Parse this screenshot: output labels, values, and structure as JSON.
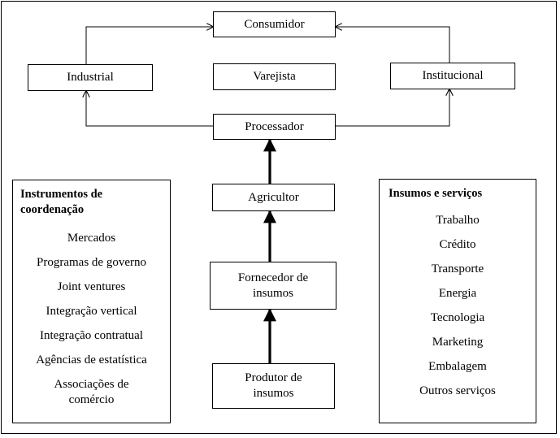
{
  "nodes": {
    "consumidor": "Consumidor",
    "industrial": "Industrial",
    "varejista": "Varejista",
    "institucional": "Institucional",
    "processador": "Processador",
    "agricultor": "Agricultor",
    "fornecedor_line1": "Fornecedor de",
    "fornecedor_line2": "insumos",
    "produtor_line1": "Produtor de",
    "produtor_line2": "insumos"
  },
  "instrumentos": {
    "title_line1": "Instrumentos de",
    "title_line2": "coordenação",
    "items": [
      "Mercados",
      "Programas de governo",
      "Joint ventures",
      "Integração vertical",
      "Integração contratual",
      "Agências de estatística",
      "Associações de",
      "comércio"
    ]
  },
  "insumos_servicos": {
    "title": "Insumos e serviços",
    "items": [
      "Trabalho",
      "Crédito",
      "Transporte",
      "Energia",
      "Tecnologia",
      "Marketing",
      "Embalagem",
      "Outros serviços"
    ]
  }
}
